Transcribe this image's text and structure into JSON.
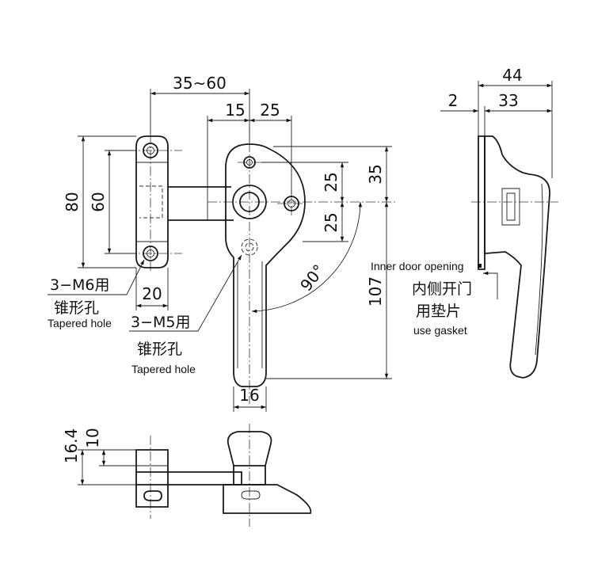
{
  "dimensions": {
    "d_35_60": "35~60",
    "d_15": "15",
    "d_25_top": "25",
    "d_80": "80",
    "d_60": "60",
    "d_25_a": "25",
    "d_25_b": "25",
    "d_35": "35",
    "d_107": "107",
    "d_90deg": "90°",
    "d_20": "20",
    "d_16": "16",
    "d_44": "44",
    "d_2": "2",
    "d_33": "33",
    "d_16_4": "16.4",
    "d_10": "10"
  },
  "callouts": {
    "m6_cn_1": "3−M6用",
    "m6_cn_2": "锥形孔",
    "m6_en": "Tapered hole",
    "m5_cn_1": "3−M5用",
    "m5_cn_2": "锥形孔",
    "m5_en": "Tapered hole",
    "inner_en": "Inner door opening",
    "inner_cn": "内侧开门",
    "gasket_cn": "用垫片",
    "gasket_en": "use gasket"
  }
}
